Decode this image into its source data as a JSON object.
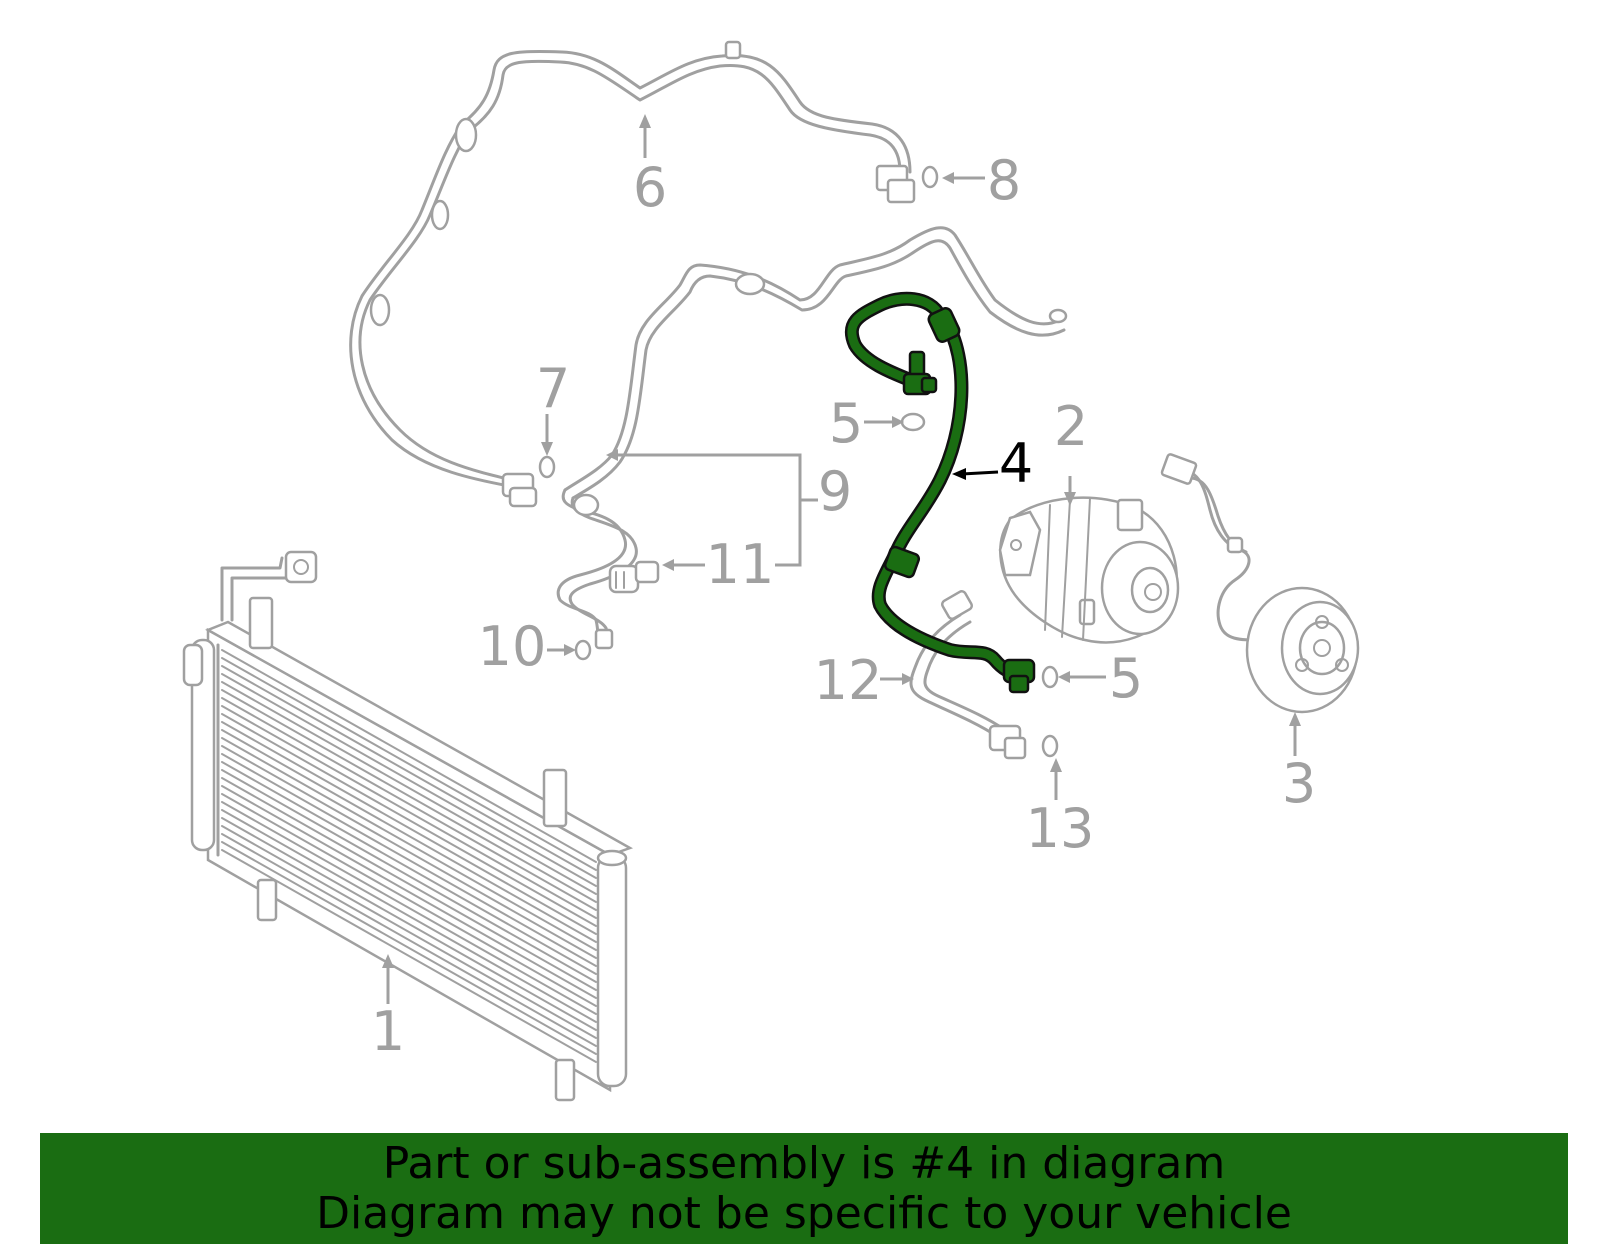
{
  "callouts": {
    "c1": "1",
    "c2": "2",
    "c3": "3",
    "c4": "4",
    "c5a": "5",
    "c5b": "5",
    "c6": "6",
    "c7": "7",
    "c8": "8",
    "c9": "9",
    "c10": "10",
    "c11": "11",
    "c12": "12",
    "c13": "13"
  },
  "banner": {
    "line1": "Part or sub-assembly is #4 in diagram",
    "line2": "Diagram may not be specific to your vehicle"
  },
  "colors": {
    "highlight": "#1a6d12",
    "line_art": "#a0a0a0"
  }
}
